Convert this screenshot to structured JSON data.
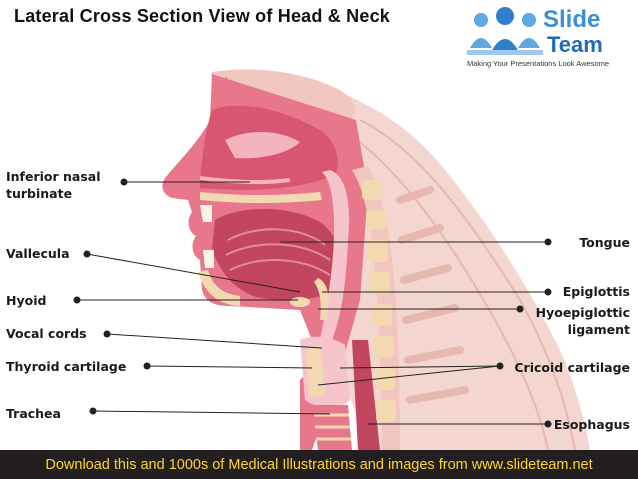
{
  "title": "Lateral Cross Section View of Head & Neck",
  "logo": {
    "brand_line1": "Slide",
    "brand_line2": "Team",
    "tagline": "Making Your Presentations Look Awesome"
  },
  "labels_left": {
    "inferior_nasal_turbinate": "Inferior nasal turbinate",
    "vallecula": "Vallecula",
    "hyoid": "Hyoid",
    "vocal_cords": "Vocal cords",
    "thyroid_cartilage": "Thyroid cartilage",
    "trachea": "Trachea"
  },
  "labels_right": {
    "tongue": "Tongue",
    "epiglottis": "Epiglottis",
    "hyoepiglottic_ligament": "Hyoepiglottic ligament",
    "cricoid_cartilage": "Cricoid cartilage",
    "esophagus": "Esophagus"
  },
  "footer": "Download this and 1000s of Medical Illustrations and images from www.slideteam.net",
  "colors": {
    "tissue": "#e8778c",
    "tissue_light": "#f6c5cc",
    "bone": "#f3d9b0",
    "muscle": "#c2475e",
    "skin": "#f4d6d0",
    "footer_bg": "#231f20",
    "footer_text": "#ffd42a"
  }
}
